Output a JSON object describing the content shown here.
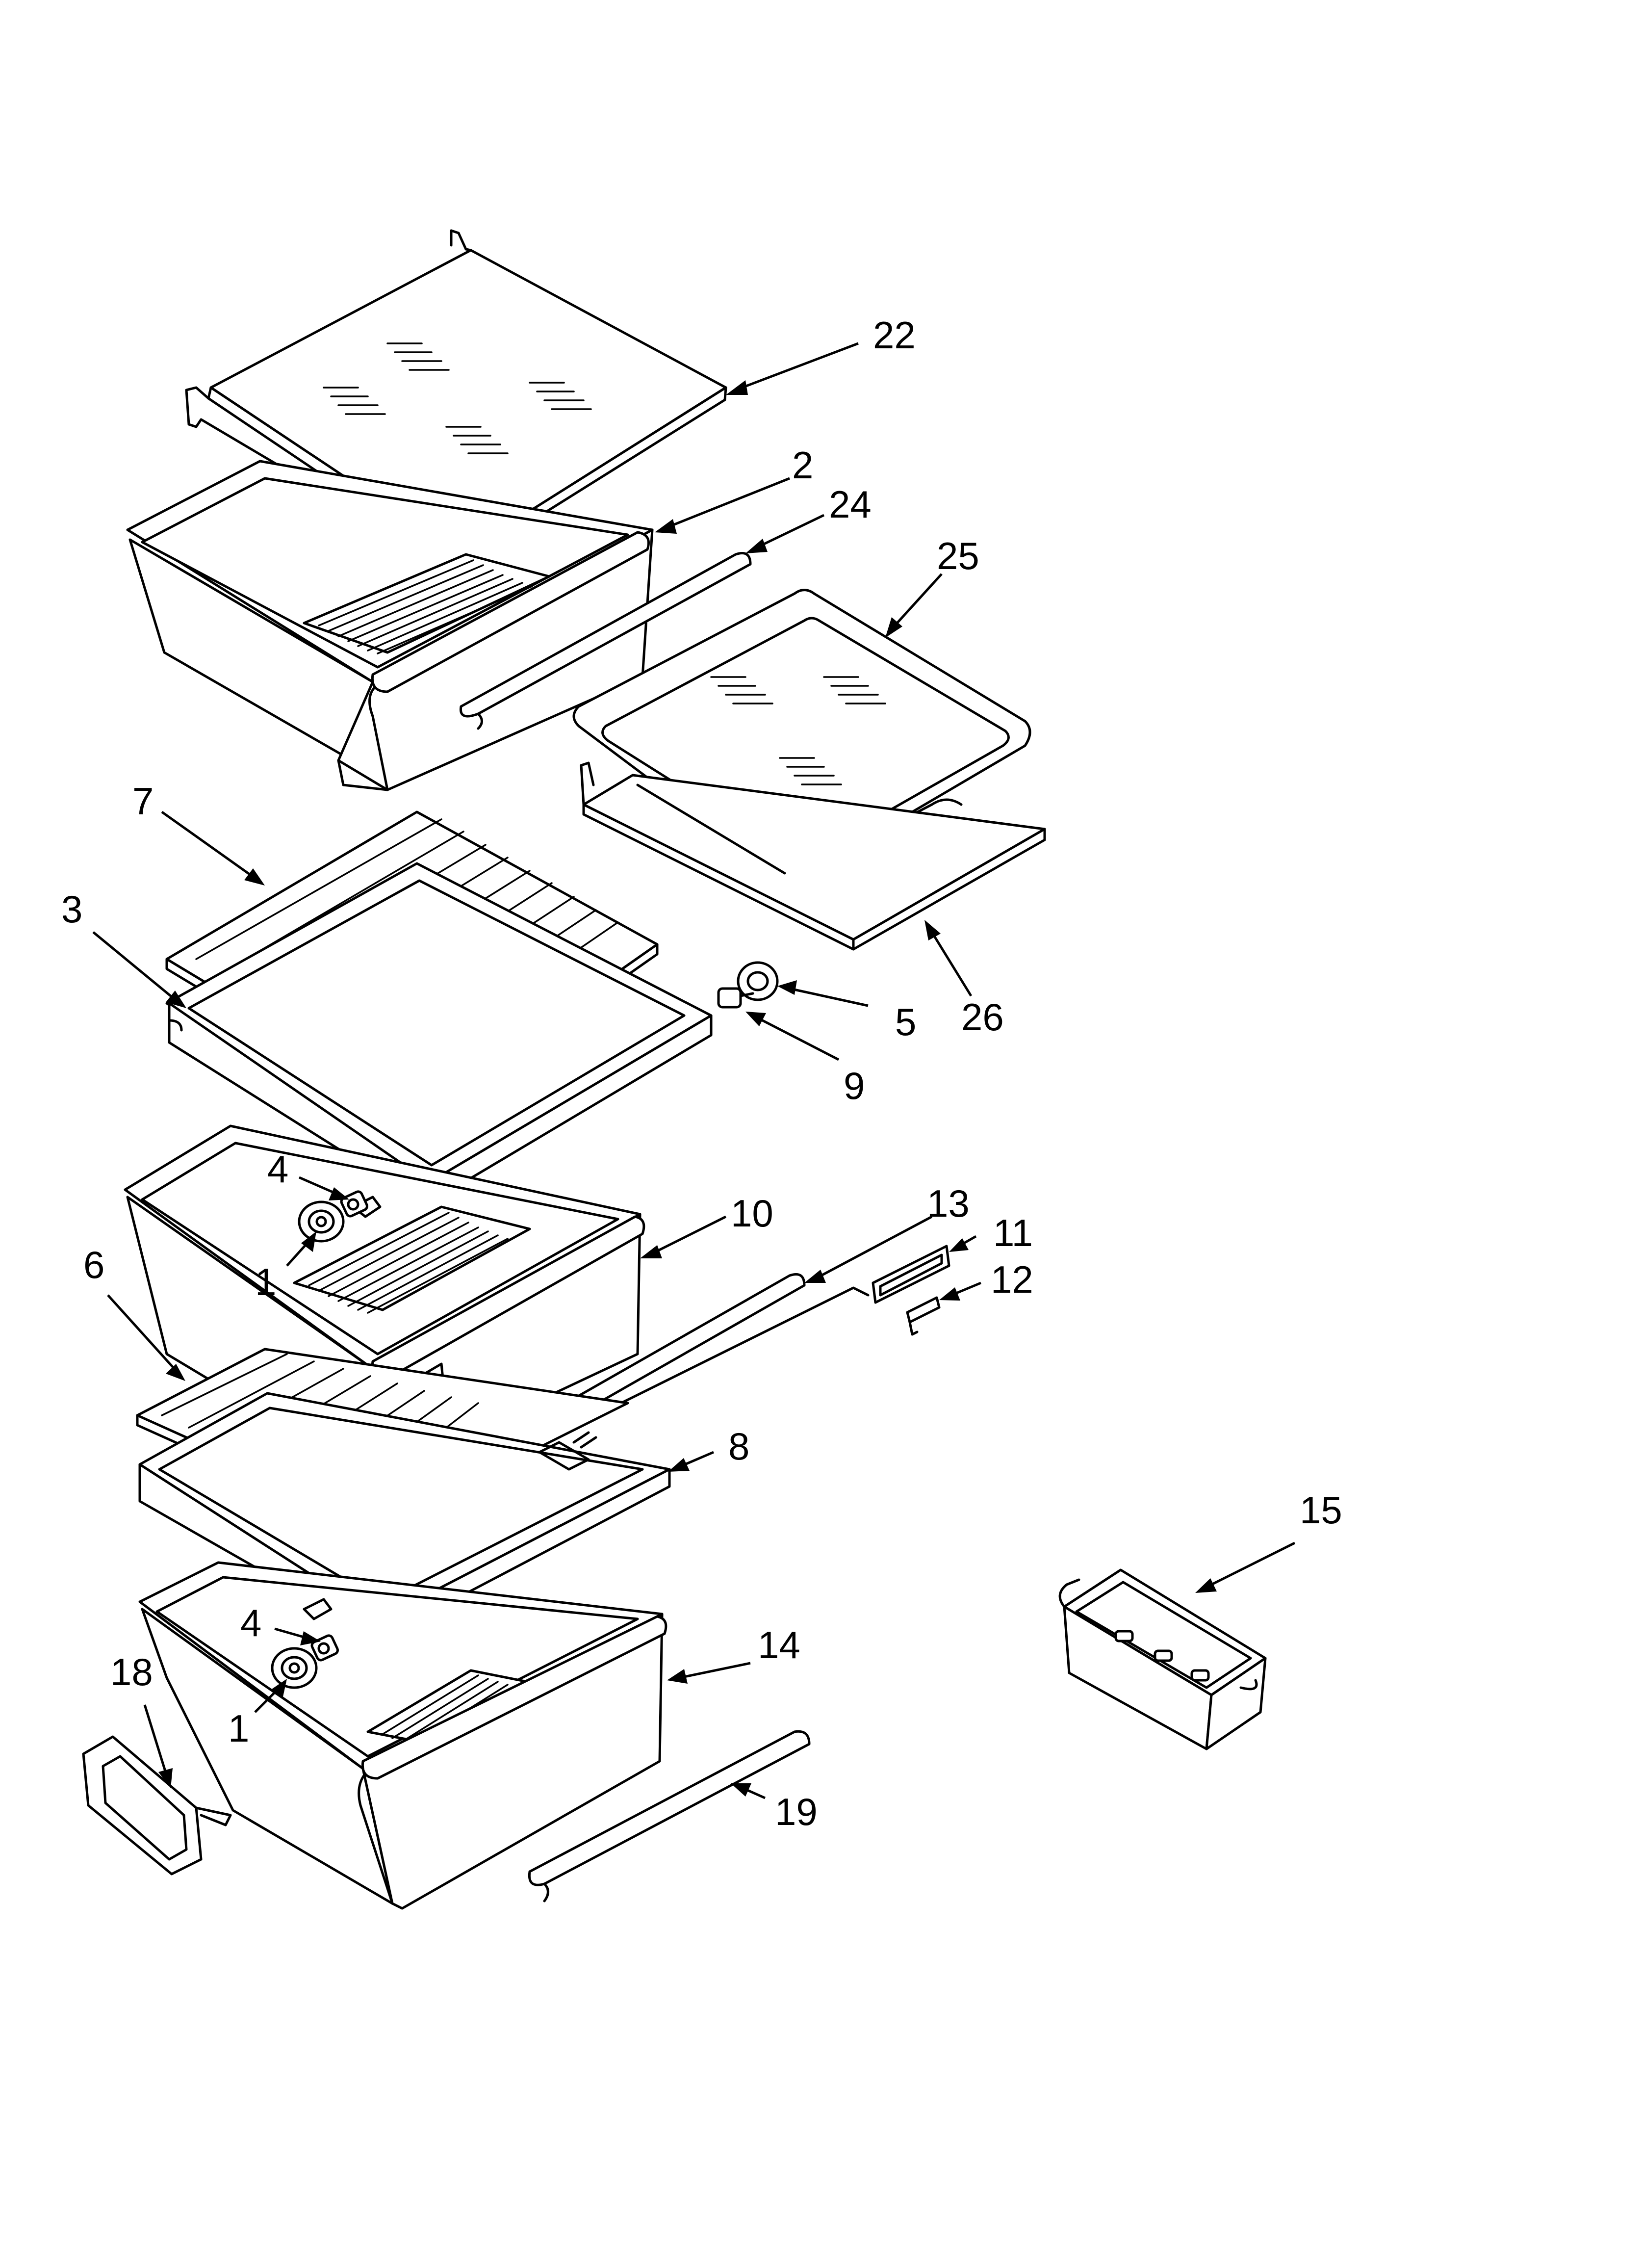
{
  "callouts": [
    {
      "id": "22",
      "label": "22"
    },
    {
      "id": "2",
      "label": "2"
    },
    {
      "id": "24",
      "label": "24"
    },
    {
      "id": "25",
      "label": "25"
    },
    {
      "id": "7",
      "label": "7"
    },
    {
      "id": "3",
      "label": "3"
    },
    {
      "id": "26",
      "label": "26"
    },
    {
      "id": "5",
      "label": "5"
    },
    {
      "id": "9",
      "label": "9"
    },
    {
      "id": "4a",
      "label": "4"
    },
    {
      "id": "1a",
      "label": "1"
    },
    {
      "id": "10",
      "label": "10"
    },
    {
      "id": "13",
      "label": "13"
    },
    {
      "id": "11",
      "label": "11"
    },
    {
      "id": "12",
      "label": "12"
    },
    {
      "id": "6",
      "label": "6"
    },
    {
      "id": "8",
      "label": "8"
    },
    {
      "id": "15",
      "label": "15"
    },
    {
      "id": "4b",
      "label": "4"
    },
    {
      "id": "14",
      "label": "14"
    },
    {
      "id": "18",
      "label": "18"
    },
    {
      "id": "1b",
      "label": "1"
    },
    {
      "id": "19",
      "label": "19"
    }
  ]
}
